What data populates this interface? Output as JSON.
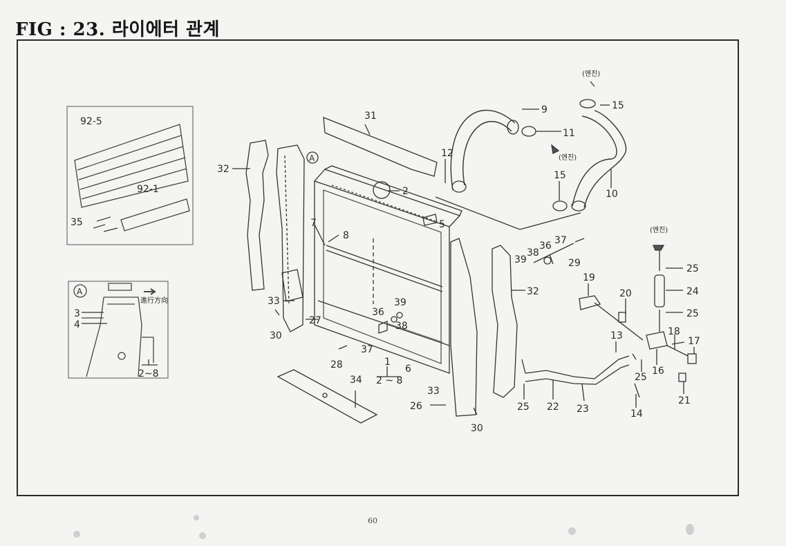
{
  "page": {
    "title": "FIG : 23.  라이에터 관계",
    "page_number": "60"
  },
  "inset_top": {
    "labels": [
      "92-5",
      "92-1",
      "35"
    ]
  },
  "inset_detail": {
    "marker": "A",
    "arrow_text": "進行方向",
    "labels": [
      "3",
      "4",
      "2~8"
    ]
  },
  "callouts": {
    "c2": "2",
    "c5": "5",
    "c7": "7",
    "c8": "8",
    "c9": "9",
    "c10": "10",
    "c11": "11",
    "c12": "12",
    "c13": "13",
    "c14": "14",
    "c15a": "15",
    "c15b": "15",
    "c16": "16",
    "c17": "17",
    "c18": "18",
    "c19": "19",
    "c20": "20",
    "c21": "21",
    "c22": "22",
    "c23": "23",
    "c24": "24",
    "c25a": "25",
    "c25b": "25",
    "c25c": "25",
    "c25d": "25",
    "c26": "26",
    "c27": "27",
    "c28": "28",
    "c29": "29",
    "c30a": "30",
    "c30b": "30",
    "c31": "31",
    "c32a": "32",
    "c32b": "32",
    "c33a": "33",
    "c33b": "33",
    "c34": "34",
    "c36a": "36",
    "c36b": "36",
    "c37a": "37",
    "c37b": "37",
    "c38a": "38",
    "c38b": "38",
    "c39a": "39",
    "c39b": "39",
    "c1": "1",
    "c6": "6",
    "c2to8": "2 ~ 8",
    "markerA": "A"
  },
  "engine_notes": {
    "e1": "(엔진)",
    "e2": "(엔진)",
    "e3": "(엔진)"
  }
}
